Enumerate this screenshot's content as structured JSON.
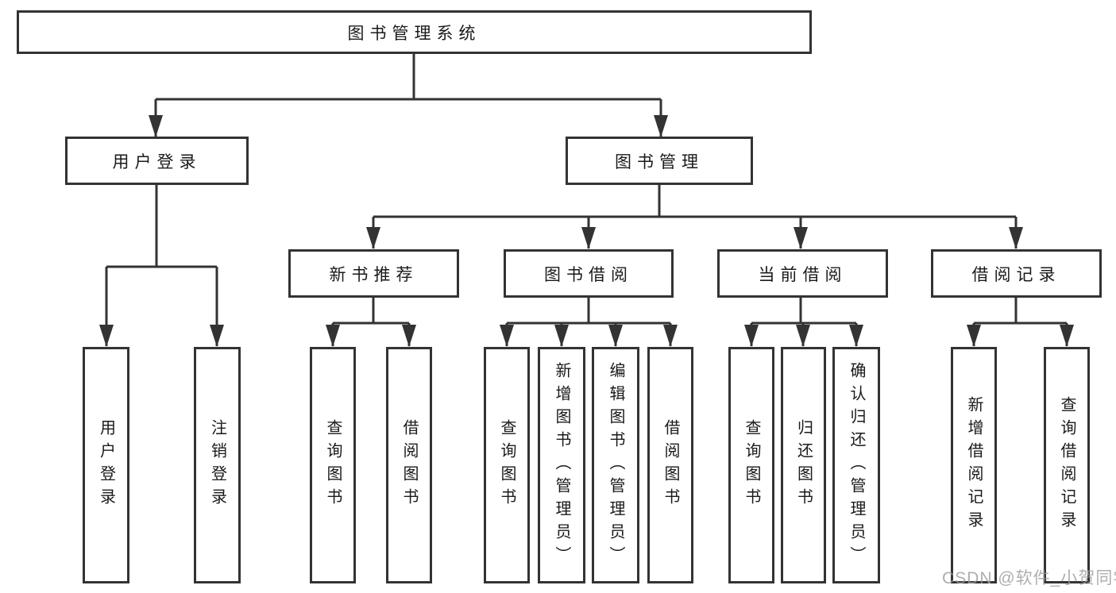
{
  "tree": {
    "label": "图书管理系统",
    "children": [
      {
        "label": "用户登录",
        "children": [
          {
            "label": "用户登录"
          },
          {
            "label": "注销登录"
          }
        ]
      },
      {
        "label": "图书管理",
        "children": [
          {
            "label": "新书推荐",
            "children": [
              {
                "label": "查询图书"
              },
              {
                "label": "借阅图书"
              }
            ]
          },
          {
            "label": "图书借阅",
            "children": [
              {
                "label": "查询图书"
              },
              {
                "label": "新增图书（管理员）"
              },
              {
                "label": "编辑图书（管理员）"
              },
              {
                "label": "借阅图书"
              }
            ]
          },
          {
            "label": "当前借阅",
            "children": [
              {
                "label": "查询图书"
              },
              {
                "label": "归还图书"
              },
              {
                "label": "确认归还（管理员）"
              }
            ]
          },
          {
            "label": "借阅记录",
            "children": [
              {
                "label": "新增借阅记录"
              },
              {
                "label": "查询借阅记录"
              }
            ]
          }
        ]
      }
    ]
  },
  "watermark": "CSDN @软件_小贺同学",
  "colors": {
    "line": "#333333",
    "text": "#1a1a1a",
    "watermark": "#9a9a9a",
    "background": "#ffffff"
  }
}
